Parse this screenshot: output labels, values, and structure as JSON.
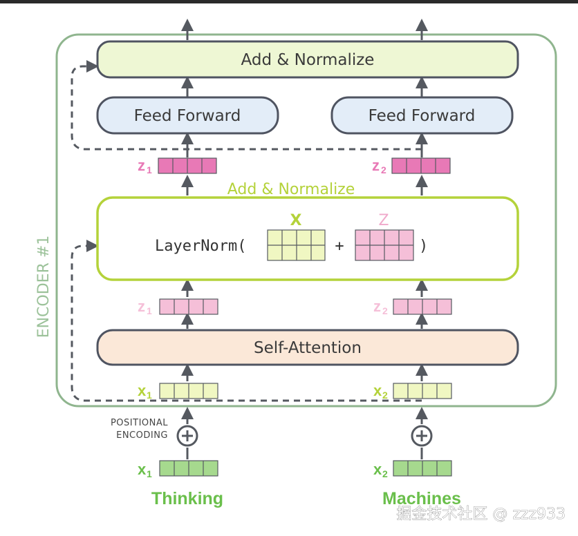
{
  "encoder_label": "ENCODER #1",
  "top_add_normalize": "Add & Normalize",
  "feed_forward_left": "Feed Forward",
  "feed_forward_right": "Feed Forward",
  "middle_add_normalize": "Add & Normalize",
  "layernorm": {
    "prefix": "LayerNorm(",
    "x_label": "X",
    "plus": "+",
    "z_label": "Z",
    "suffix": ")"
  },
  "self_attention": "Self-Attention",
  "positional_encoding": [
    "POSITIONAL",
    "ENCODING"
  ],
  "vectors": {
    "z_top_left": {
      "letter": "z",
      "sub": "1"
    },
    "z_top_right": {
      "letter": "z",
      "sub": "2"
    },
    "z_mid_left": {
      "letter": "z",
      "sub": "1"
    },
    "z_mid_right": {
      "letter": "z",
      "sub": "2"
    },
    "x_enc_left": {
      "letter": "x",
      "sub": "1"
    },
    "x_enc_right": {
      "letter": "x",
      "sub": "2"
    },
    "x_emb_left": {
      "letter": "x",
      "sub": "1"
    },
    "x_emb_right": {
      "letter": "x",
      "sub": "2"
    }
  },
  "words": [
    "Thinking",
    "Machines"
  ],
  "watermark": "掘金技术社区 @ zzz933",
  "colors": {
    "encoder_border": "#8fb58e",
    "encoder_label": "#9cc29a",
    "add_norm_fill": "#eef7d4",
    "add_norm_border": "#4f5461",
    "layernorm_border": "#b4d23a",
    "feed_forward_fill": "#e3edf8",
    "self_attention_fill": "#fbe8d8",
    "z_dark": "#e879b6",
    "z_light": "#f5bfd8",
    "x_yellow": "#f0f7c2",
    "x_green": "#a6d98e",
    "word_green": "#6abf4b",
    "arrow": "#555960"
  }
}
